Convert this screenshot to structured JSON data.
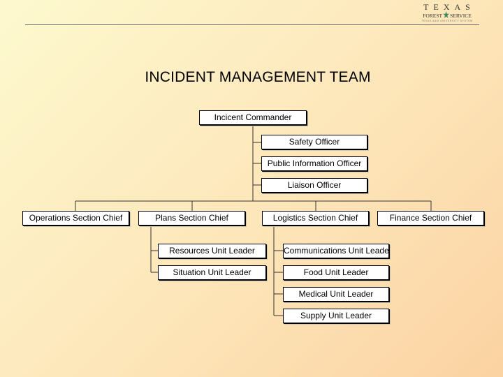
{
  "header": {
    "logo_word": "TEXAS",
    "logo_left": "FOREST",
    "logo_right": "SERVICE",
    "logo_tagline": "TEXAS A&M UNIVERSITY SYSTEM"
  },
  "title": "INCIDENT MANAGEMENT TEAM",
  "org": {
    "commander": "Incicent Commander",
    "staff": [
      "Safety Officer",
      "Public Information Officer",
      "Liaison Officer"
    ],
    "sections": [
      "Operations Section Chief",
      "Plans Section Chief",
      "Logistics Section Chief",
      "Finance Section Chief"
    ],
    "plans_units": [
      "Resources Unit Leader",
      "Situation Unit Leader"
    ],
    "logistics_units": [
      "Communications Unit Leader",
      "Food Unit Leader",
      "Medical Unit Leader",
      "Supply Unit Leader"
    ]
  },
  "colors": {
    "bg_top": "#fdf9cf",
    "bg_bottom": "#fbd2a2",
    "line": "#333333"
  }
}
